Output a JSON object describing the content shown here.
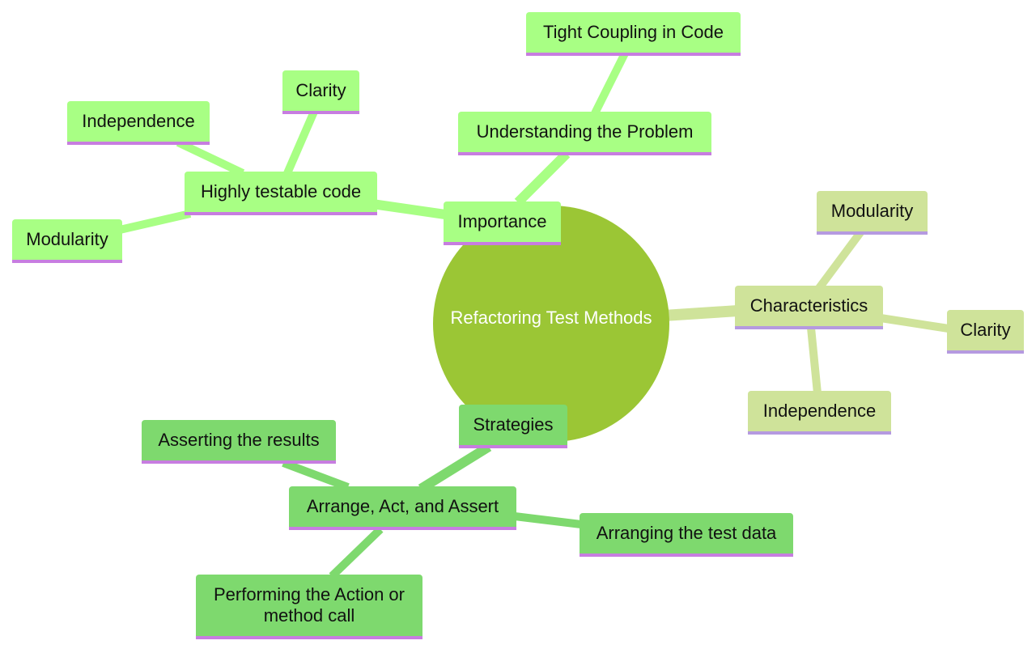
{
  "colors": {
    "root": "#9bc635",
    "importance_branch": "#a8ff84",
    "strategies_branch": "#7ed96e",
    "characteristics_branch": "#cfe39a",
    "underline_purple": "#c77de0",
    "underline_lavender": "#b59ae0"
  },
  "mindmap": {
    "root": "Refactoring Test Methods",
    "importance": {
      "label": "Importance",
      "understanding": "Understanding the Problem",
      "tight_coupling": "Tight Coupling in Code",
      "highly_testable": "Highly testable code",
      "independence": "Independence",
      "clarity": "Clarity",
      "modularity": "Modularity"
    },
    "characteristics": {
      "label": "Characteristics",
      "modularity": "Modularity",
      "clarity": "Clarity",
      "independence": "Independence"
    },
    "strategies": {
      "label": "Strategies",
      "aaa": "Arrange, Act, and Assert",
      "asserting": "Asserting the results",
      "arranging": "Arranging the test data",
      "performing": "Performing the Action or method call"
    }
  }
}
